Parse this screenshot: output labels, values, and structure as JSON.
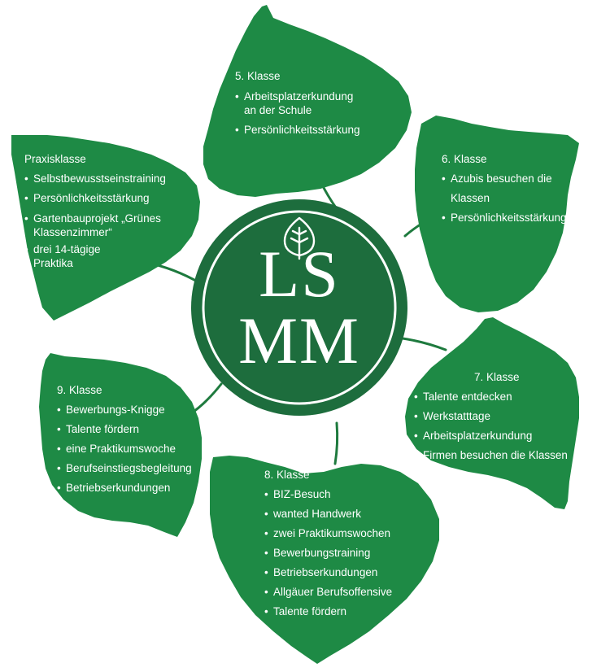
{
  "colors": {
    "leaf": "#1e8a45",
    "leaf_stem": "#1e7a3e",
    "logo_fill": "#1d6d3d",
    "logo_ring": "#ffffff",
    "text": "#ffffff"
  },
  "logo": {
    "line1": "LS",
    "line2": "MM",
    "icon": "leaf-icon"
  },
  "leaves": {
    "klasse5": {
      "title": "5. Klasse",
      "items": [
        "Arbeitsplatzerkundung an der Schule",
        "Persönlichkeitsstärkung"
      ]
    },
    "klasse6": {
      "title": "6. Klasse",
      "items": [
        "Azubis besuchen die Klassen",
        "Persönlichkeitsstärkung"
      ]
    },
    "praxisklasse": {
      "title": "Praxisklasse",
      "items": [
        "Selbstbewusstseinstraining",
        "Persönlichkeitsstärkung",
        "Gartenbauprojekt „Grünes Klassenzimmer“",
        "drei 14-tägige Praktika"
      ]
    },
    "klasse7": {
      "title": "7. Klasse",
      "items": [
        "Talente entdecken",
        "Werkstatttage",
        "Arbeitsplatzerkundung",
        "Firmen besuchen die Klassen"
      ]
    },
    "klasse9": {
      "title": "9. Klasse",
      "items": [
        "Bewerbungs-Knigge",
        "Talente fördern",
        "eine Praktikumswoche",
        "Berufseinstiegsbegleitung",
        "Betriebserkundungen"
      ]
    },
    "klasse8": {
      "title": "8. Klasse",
      "items": [
        "BIZ-Besuch",
        "wanted Handwerk",
        "zwei Praktikumswochen",
        "Bewerbungstraining",
        "Betriebserkundungen",
        "Allgäuer Berufsoffensive",
        "Talente fördern"
      ]
    }
  }
}
